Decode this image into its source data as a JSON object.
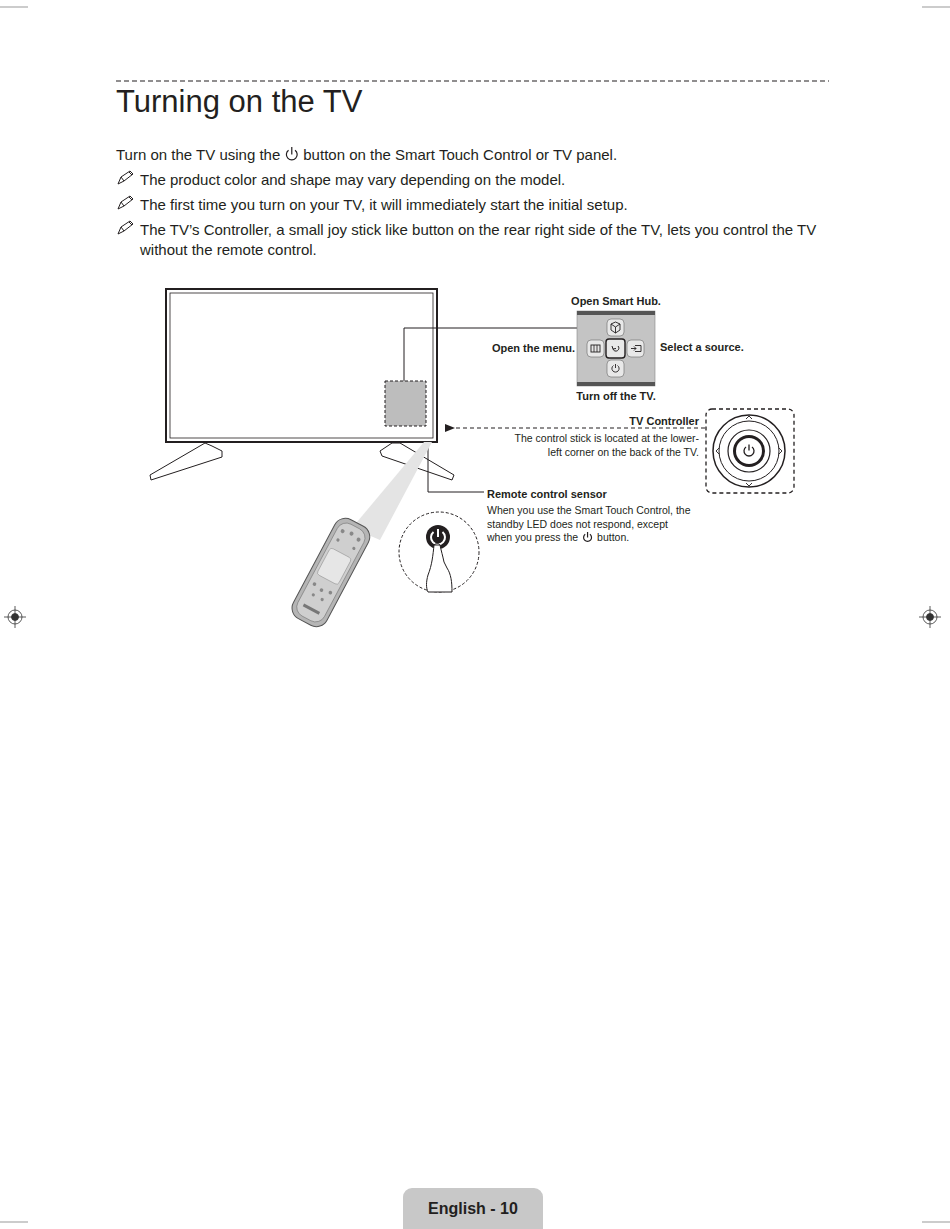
{
  "diagram": {
    "title": "Turning on the TV",
    "nodes": [
      {
        "text": [
          "English - 10"
        ]
      }
    ],
    "labels": [
      "Turn on the TV using the",
      "button on the Smart Touch Control or TV panel.",
      "The product color and shape may vary depending on the model.",
      "The first time you turn on your TV, it will immediately start the initial setup.",
      "The TV’s Controller, a small joy stick like button on the rear right side of the TV, lets you control the TV without the remote control.",
      "Open Smart Hub.",
      "Open the menu.",
      "Select a source.",
      "Turn off the TV.",
      "TV Controller",
      "The control stick is located at the lower-left corner on the back of the TV.",
      "Remote control sensor",
      "When you use the Smart Touch Control, the standby LED does not respond, except",
      "when you press the",
      "button."
    ]
  }
}
